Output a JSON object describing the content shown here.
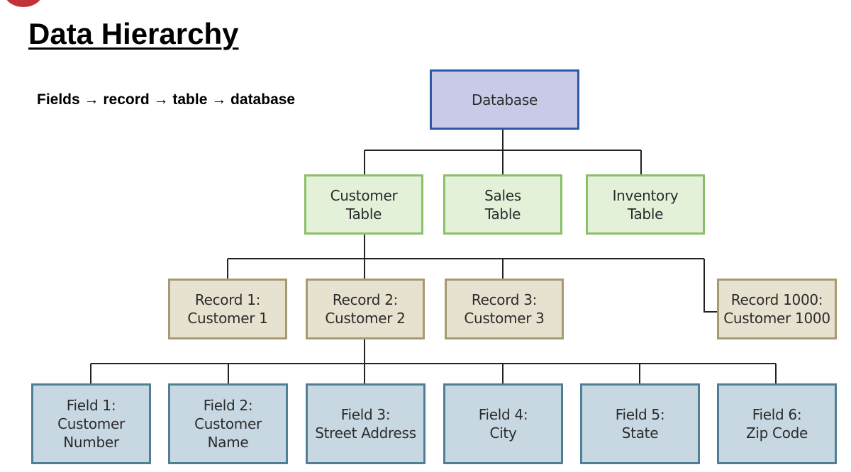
{
  "title": "Data Hierarchy",
  "subtitle": "Fields → record → table → database",
  "diagram": {
    "database": [
      "Database"
    ],
    "tables": [
      [
        "Customer",
        "Table"
      ],
      [
        "Sales",
        "Table"
      ],
      [
        "Inventory",
        "Table"
      ]
    ],
    "records": [
      [
        "Record 1:",
        "Customer 1"
      ],
      [
        "Record 2:",
        "Customer 2"
      ],
      [
        "Record 3:",
        "Customer 3"
      ],
      [
        "Record 1000:",
        "Customer 1000"
      ]
    ],
    "fields": [
      [
        "Field 1:",
        "Customer",
        "Number"
      ],
      [
        "Field 2:",
        "Customer",
        "Name"
      ],
      [
        "Field 3:",
        "Street Address"
      ],
      [
        "Field 4:",
        "City"
      ],
      [
        "Field 5:",
        "State"
      ],
      [
        "Field 6:",
        "Zip Code"
      ]
    ],
    "colors": {
      "database_fill": "#c9cae8",
      "database_border": "#2a5aa8",
      "table_fill": "#e4f1d9",
      "table_border": "#8cbf6a",
      "record_fill": "#e7e1d0",
      "record_border": "#a89a70",
      "field_fill": "#c7d8e3",
      "field_border": "#4f7f95",
      "accent": "#c0313a"
    }
  }
}
